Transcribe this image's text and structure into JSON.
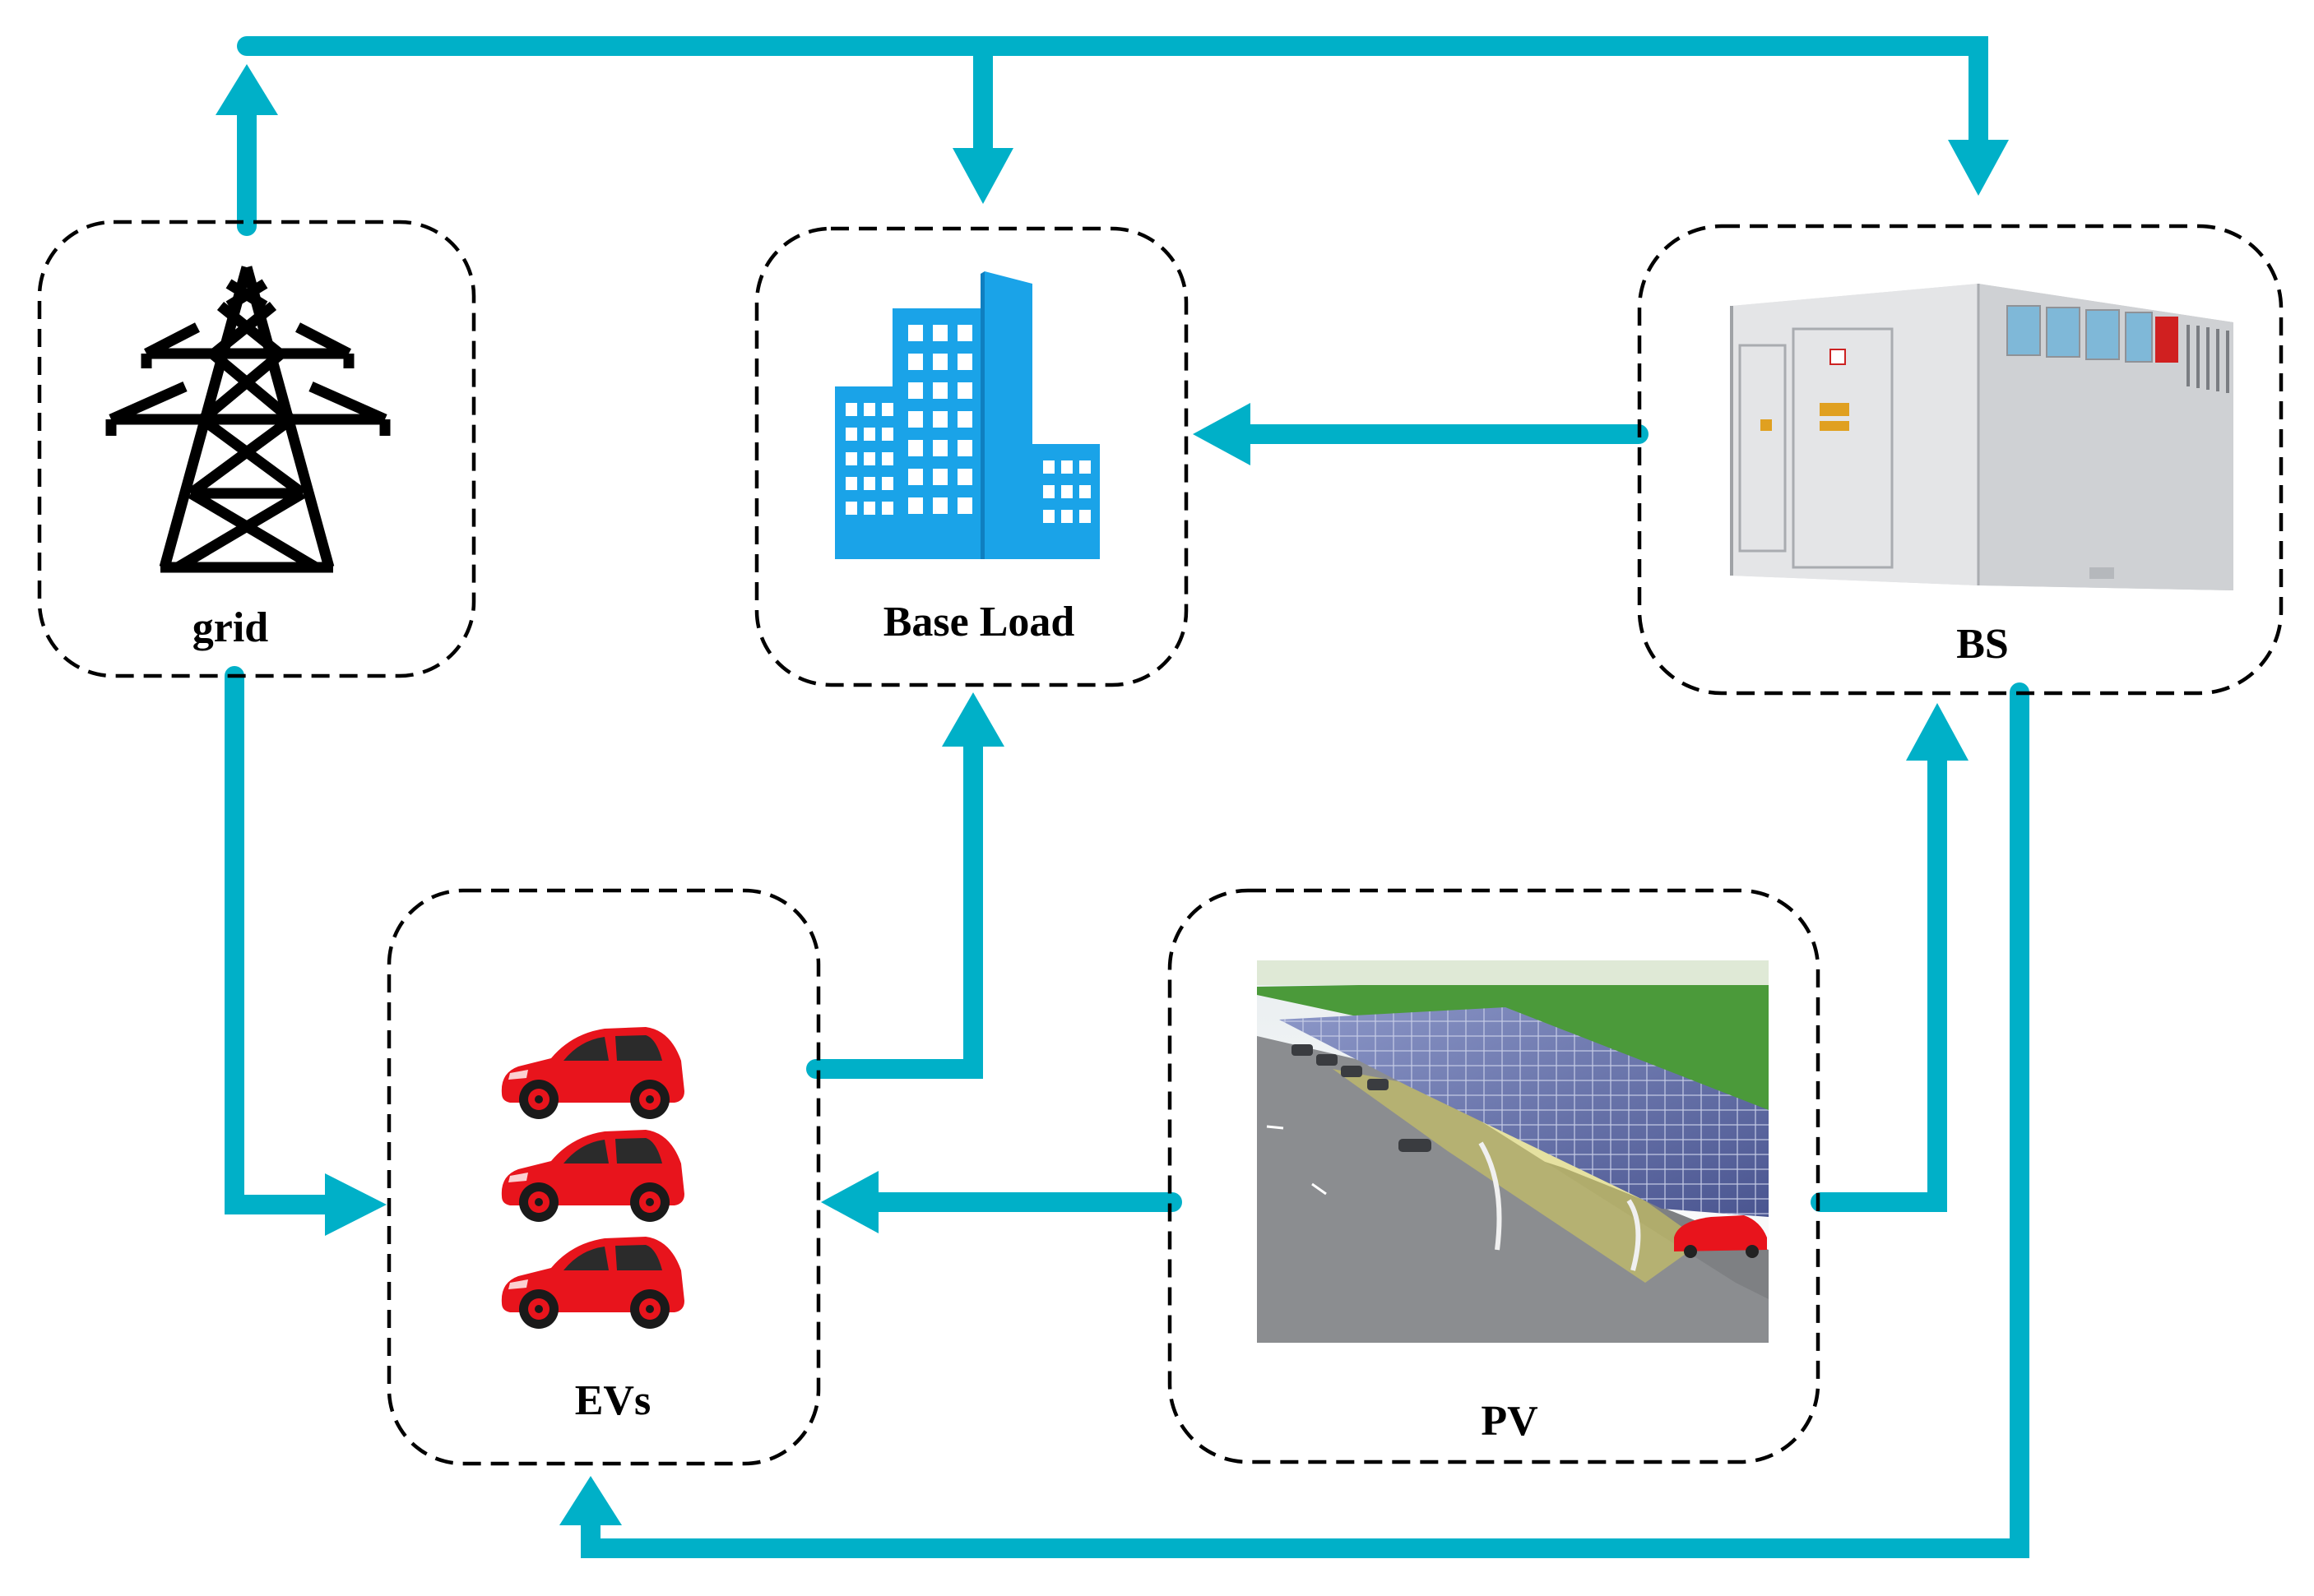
{
  "colors": {
    "flow": "#00b0c8",
    "building": "#1aa3e8",
    "car": "#e8141c",
    "tower": "#000000",
    "container": "#d9dadc",
    "panel": "#5a6aa8",
    "grass": "#4b9a3a"
  },
  "nodes": {
    "grid": {
      "label": "grid",
      "icon": "transmission-tower-icon"
    },
    "base": {
      "label": "Base Load",
      "icon": "building-icon"
    },
    "bs": {
      "label": "BS",
      "icon": "battery-container-icon"
    },
    "evs": {
      "label": "EVs",
      "icon": "car-icon"
    },
    "pv": {
      "label": "PV",
      "icon": "solar-carport-icon"
    }
  },
  "edges": [
    {
      "from": "grid",
      "to": "base"
    },
    {
      "from": "grid",
      "to": "bs"
    },
    {
      "from": "grid",
      "to": "evs"
    },
    {
      "from": "bs",
      "to": "base"
    },
    {
      "from": "bs",
      "to": "evs"
    },
    {
      "from": "evs",
      "to": "base"
    },
    {
      "from": "pv",
      "to": "evs"
    },
    {
      "from": "pv",
      "to": "bs"
    }
  ]
}
